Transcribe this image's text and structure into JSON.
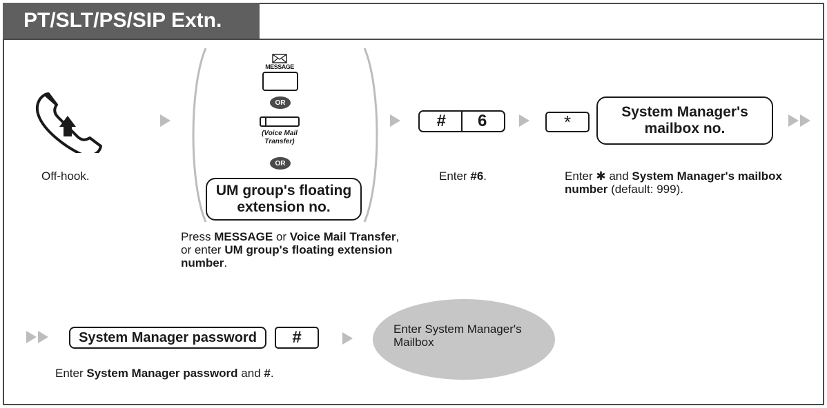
{
  "header": {
    "title": "PT/SLT/PS/SIP Extn."
  },
  "row1": {
    "offhook": {
      "icon": "handset-offhook-icon",
      "caption": "Off-hook."
    },
    "message_group": {
      "envelope_icon": "envelope-icon",
      "message_label": "MESSAGE",
      "or_label": "OR",
      "vm_label": "(Voice Mail Transfer)",
      "um_box": "UM group's floating extension no.",
      "caption_parts": {
        "p1": "Press ",
        "b1": "MESSAGE",
        "p2": " or ",
        "b2": "Voice Mail Transfer",
        "p3": ", or enter ",
        "b3": "UM group's floating extension number",
        "p4": "."
      }
    },
    "hash6": {
      "key1": "#",
      "key2": "6",
      "caption_p1": "Enter ",
      "caption_b1": "#6",
      "caption_p2": "."
    },
    "star_mailbox": {
      "star_key": "*",
      "mailbox_box": "System Manager's mailbox no.",
      "caption_p1": "Enter ",
      "caption_star": "✱",
      "caption_p2": " and ",
      "caption_b1": "System Manager's mailbox number",
      "caption_p3": " (default: 999)."
    }
  },
  "row2": {
    "password_box": "System Manager password",
    "hash_key": "#",
    "caption_p1": "Enter ",
    "caption_b1": "System Manager password",
    "caption_p2": " and ",
    "caption_b2": "#",
    "caption_p3": ".",
    "result": "Enter System Manager's Mailbox"
  },
  "colors": {
    "tab": "#5f5f5f",
    "arrow": "#bdbdbd",
    "ellipse": "#c6c6c6",
    "or_badge": "#4a4a4a"
  }
}
